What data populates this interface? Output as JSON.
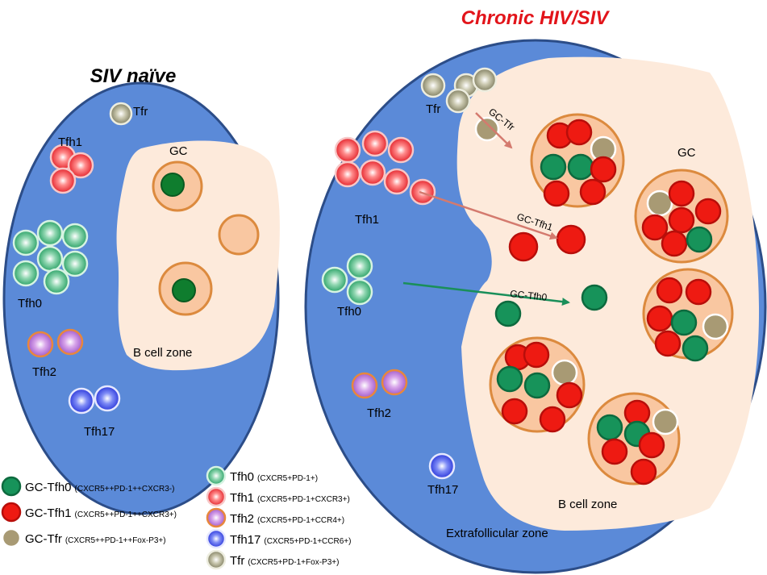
{
  "left_panel": {
    "title": "SIV naïve",
    "labels": {
      "tfr": "Tfr",
      "tfh1": "Tfh1",
      "gc": "GC",
      "tfh0": "Tfh0",
      "tfh2": "Tfh2",
      "tfh17": "Tfh17",
      "b_cell_zone": "B cell zone"
    }
  },
  "right_panel": {
    "title": "Chronic HIV/SIV",
    "labels": {
      "tfr": "Tfr",
      "tfh1": "Tfh1",
      "tfh0": "Tfh0",
      "tfh2": "Tfh2",
      "tfh17": "Tfh17",
      "gc": "GC",
      "b_cell_zone": "B cell zone",
      "extrafollicular_zone": "Extrafollicular zone"
    },
    "arrows": {
      "gc_tfr": "GC-Tfr",
      "gc_tfh1": "GC-Tfh1",
      "gc_tfh0": "GC-Tfh0"
    }
  },
  "legend": {
    "left": [
      {
        "name": "GC-Tfh0",
        "detail": "(CXCR5++PD-1++CXCR3-)",
        "cell": "gc-tfh0"
      },
      {
        "name": "GC-Tfh1",
        "detail": "(CXCR5++PD-1++CXCR3+)",
        "cell": "gc-tfh1"
      },
      {
        "name": "GC-Tfr",
        "detail": "(CXCR5++PD-1++Fox-P3+)",
        "cell": "gc-tfr"
      }
    ],
    "right": [
      {
        "name": "Tfh0",
        "detail": "(CXCR5+PD-1+)",
        "cell": "tfh0"
      },
      {
        "name": "Tfh1",
        "detail": "(CXCR5+PD-1+CXCR3+)",
        "cell": "tfh1"
      },
      {
        "name": "Tfh2",
        "detail": "(CXCR5+PD-1+CCR4+)",
        "cell": "tfh2"
      },
      {
        "name": "Tfh17",
        "detail": "(CXCR5+PD-1+CCR6+)",
        "cell": "tfh17"
      },
      {
        "name": "Tfr",
        "detail": "(CXCR5+PD-1+Fox-P3+)",
        "cell": "tfr"
      }
    ]
  },
  "colors": {
    "follicle_blue": "#5b8ad8",
    "follicle_border": "#2c4d88",
    "b_zone": "#fdeadb",
    "gc_fill": "#f9c7a1",
    "gc_border": "#dc8a3e",
    "gc_tfh0": "#17935a",
    "gc_tfh1": "#ee1a12",
    "gc_tfr": "#a89a74",
    "title_red": "#e2141a",
    "arrow_red": "#d47a6e",
    "arrow_green": "#1a8f5a"
  }
}
